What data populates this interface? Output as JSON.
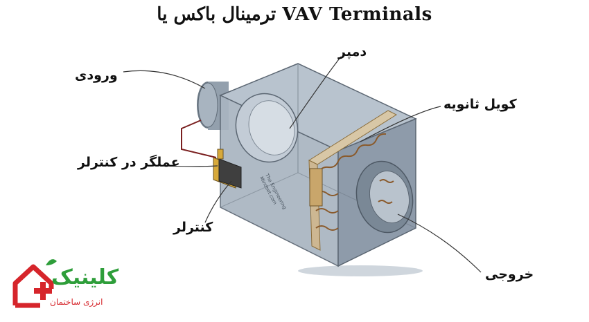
{
  "title": "ترمینال باکس یا VAV Terminals",
  "labels": {
    "inlet": "ورودی",
    "damper": "دمپر",
    "secondary_coil": "کویل ثانویه",
    "controller_actuator": "عملگر در کنترلر",
    "controller": "کنترلر",
    "outlet": "خروجی"
  },
  "watermark": "The Engineering Mindset.com",
  "logo": {
    "name": "کلینیک",
    "subtitle": "انرژی ساختمان",
    "colors": {
      "house": "#d6252b",
      "text": "#2e9e3a",
      "leaf": "#2e9e3a"
    }
  },
  "colors": {
    "box_face": "#9ba8b6",
    "box_side": "#7f8c99",
    "box_top": "#b7c2cd",
    "coil_frame": "#c9a66b",
    "wire": "#7a1f1f"
  }
}
